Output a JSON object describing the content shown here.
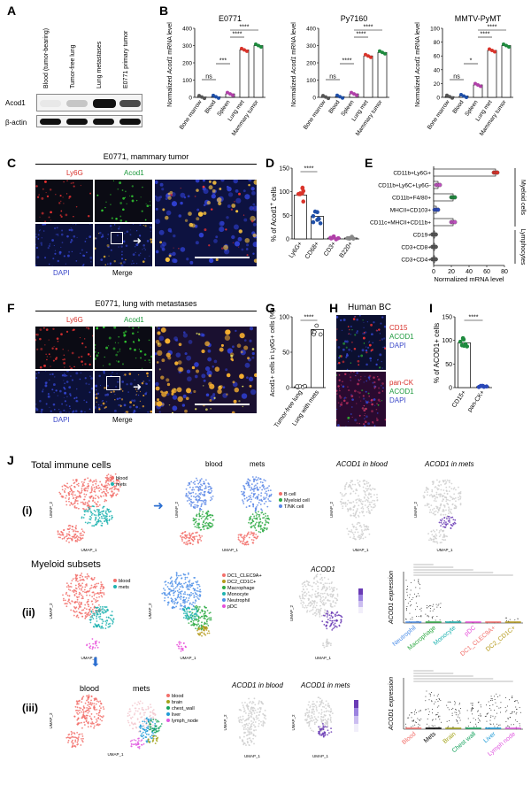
{
  "panels": {
    "A": {
      "letter": "A",
      "lanes": [
        "Blood (tumor-bearing)",
        "Tumor-free lung",
        "Lung metastases",
        "E0771 primary tumor"
      ],
      "bands": [
        "Acod1",
        "β-actin"
      ],
      "acod1_intensity": [
        0.05,
        0.2,
        1.0,
        0.75
      ],
      "actin_intensity": [
        1.0,
        1.0,
        1.0,
        1.0
      ]
    },
    "B": {
      "letter": "B",
      "ylabel_pre": "Normalized ",
      "ylabel_gene": "Acod1",
      "ylabel_post": " mRNA level",
      "categories": [
        "Bone marrow",
        "Blood",
        "Spleen",
        "Lung met",
        "Mammary tumor"
      ],
      "charts": [
        {
          "title": "E0771",
          "ylim": [
            0,
            400
          ],
          "ticks": [
            "0",
            "100",
            "200",
            "300",
            "400"
          ],
          "values": [
            2,
            3,
            20,
            275,
            300
          ],
          "sig": [
            "ns",
            "***",
            "****",
            "****"
          ]
        },
        {
          "title": "Py7160",
          "ylim": [
            0,
            400
          ],
          "ticks": [
            "0",
            "100",
            "200",
            "300",
            "400"
          ],
          "values": [
            2,
            4,
            20,
            240,
            260
          ],
          "sig": [
            "ns",
            "****",
            "****",
            "****"
          ]
        },
        {
          "title": "MMTV-PyMT",
          "ylim": [
            0,
            100
          ],
          "ticks": [
            "0",
            "20",
            "40",
            "60",
            "80",
            "100"
          ],
          "values": [
            1,
            2,
            18,
            68,
            75
          ],
          "sig": [
            "ns",
            "*",
            "****",
            "****"
          ]
        }
      ]
    },
    "C": {
      "letter": "C",
      "header": "E0771, mammary tumor",
      "labels": {
        "ly6g": "Ly6G",
        "acod1": "Acod1",
        "dapi": "DAPI",
        "merge": "Merge"
      }
    },
    "D": {
      "letter": "D",
      "ylabel_pre": "% of Acod1",
      "ylabel_sup": "+",
      "ylabel_post": " cells",
      "categories": [
        "Ly6G+",
        "CD68+",
        "CD3+",
        "B220+"
      ],
      "values": [
        93,
        48,
        2,
        2
      ],
      "ylim": [
        0,
        150
      ],
      "ticks": [
        "0",
        "50",
        "100",
        "150"
      ],
      "sig": "****",
      "colors": [
        "#d9342b",
        "#1f4fa8",
        "#b040a8",
        "#888888"
      ]
    },
    "E": {
      "letter": "E",
      "rows": [
        "CD11b+Ly6G+",
        "CD11b+Ly6C+Ly6G-",
        "CD11b+F4/80+",
        "MHCII+CD103+",
        "CD11c+MHCII+CD11b+",
        "CD19+",
        "CD3+CD8+",
        "CD3+CD4+"
      ],
      "values": [
        70,
        5,
        22,
        3,
        22,
        0.5,
        0.5,
        0.5
      ],
      "xlim": [
        0,
        80
      ],
      "ticks": [
        "0",
        "20",
        "40",
        "60",
        "80"
      ],
      "xlabel": "Normalized mRNA level",
      "group_myeloid": "Myeloid cells",
      "group_lymph": "Lymphocytes",
      "colors": [
        "#d9342b",
        "#c050c0",
        "#1e8a3e",
        "#2a48b8",
        "#c050c0",
        "#555555",
        "#555555",
        "#555555"
      ]
    },
    "F": {
      "letter": "F",
      "header": "E0771, lung with metastases",
      "labels": {
        "ly6g": "Ly6G",
        "acod1": "Acod1",
        "dapi": "DAPI",
        "merge": "Merge"
      }
    },
    "G": {
      "letter": "G",
      "ylabel": "Acod1+ cells in Ly6G+ cells (%)",
      "categories": [
        "Tumor-free lung",
        "Lung with mets"
      ],
      "values": [
        1,
        82
      ],
      "ylim": [
        0,
        100
      ],
      "ticks": [
        "0",
        "50",
        "100"
      ],
      "sig": "****"
    },
    "H": {
      "letter": "H",
      "header": "Human BC",
      "top": {
        "l1": "CD15",
        "l2": "ACOD1",
        "l3": "DAPI"
      },
      "bottom": {
        "l1": "pan-CK",
        "l2": "ACOD1",
        "l3": "DAPI"
      }
    },
    "I": {
      "letter": "I",
      "ylabel": "% of ACOD1+ cells",
      "categories": [
        "CD15+",
        "pan-CK+"
      ],
      "values": [
        95,
        2
      ],
      "ylim": [
        0,
        150
      ],
      "ticks": [
        "0",
        "50",
        "100",
        "150"
      ],
      "sig": "****"
    },
    "J": {
      "letter": "J",
      "row1": {
        "label": "(i)",
        "title": "Total immune cells",
        "legend1": [
          "blood",
          "mets"
        ],
        "sub_blood": "blood",
        "sub_mets": "mets",
        "legend2": [
          "B cell",
          "Myeloid cell",
          "T/NK cell"
        ],
        "acod1_blood": "ACOD1 in blood",
        "acod1_mets": "ACOD1 in mets"
      },
      "row2": {
        "label": "(ii)",
        "title": "Myeloid subsets",
        "legend1": [
          "blood",
          "mets"
        ],
        "legend2": [
          "DC1_CLEC9A+",
          "DC2_CD1C+",
          "Macrophage",
          "Monocyte",
          "Neutrophil",
          "pDC"
        ],
        "acod1": "ACOD1",
        "violin_ylabel": "ACOD1 expression",
        "violin_cats": [
          "Neutrophil",
          "Macrophage",
          "Monocyte",
          "pDC",
          "DC1_CLEC9A+",
          "DC2_CD1C+"
        ]
      },
      "row3": {
        "label": "(iii)",
        "sub_blood": "blood",
        "sub_mets": "mets",
        "legend": [
          "blood",
          "brain",
          "chest_wall",
          "liver",
          "lymph_node"
        ],
        "acod1_blood": "ACOD1 in blood",
        "acod1_mets": "ACOD1 in mets",
        "violin_ylabel": "ACOD1 expression",
        "violin_cats": [
          "Blood",
          "Mets",
          "Brain",
          "Chest wall",
          "Liver",
          "Lymph node"
        ]
      },
      "axis_x": "UMAP_1",
      "axis_y": "UMAP_2"
    }
  },
  "colors": {
    "blood": "#f26f6a",
    "mets": "#1fb3b0",
    "bcell": "#f26f6a",
    "myeloid": "#2eaa44",
    "tnk": "#5a87e6",
    "dc1": "#f26f6a",
    "dc2": "#b59a1b",
    "macrophage": "#2eaa44",
    "monocyte": "#1fb3b0",
    "neutrophil": "#4e8fe8",
    "pdc": "#e74fd9",
    "brain": "#a3a31b",
    "chest_wall": "#17a35e",
    "liver": "#1e9ad6",
    "lymph_node": "#e05be0",
    "purple": "#6a3bb5"
  }
}
